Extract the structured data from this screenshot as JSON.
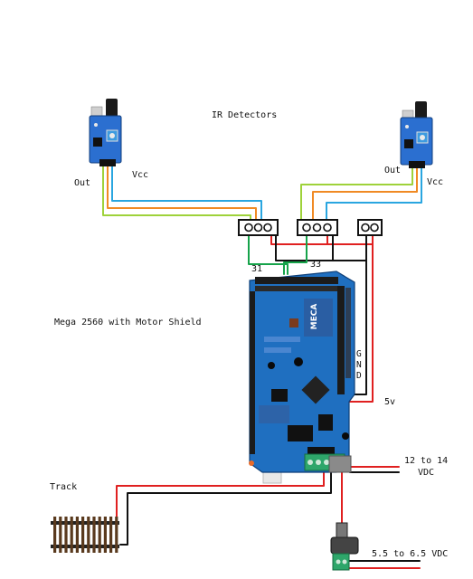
{
  "labels": {
    "ir_detectors": "IR Detectors",
    "left_out": "Out",
    "left_vcc": "Vcc",
    "right_out": "Out",
    "right_vcc": "Vcc",
    "pin_31": "31",
    "pin_33": "33",
    "board_title": "Mega 2560 with Motor Shield",
    "gnd_g": "G",
    "gnd_n": "N",
    "gnd_d": "D",
    "five_v": "5v",
    "power_range": "12 to 14",
    "power_unit": "VDC",
    "track": "Track",
    "jack_power": "5.5 to 6.5 VDC"
  },
  "board_text": {
    "brand": "MECA"
  },
  "colors": {
    "wire_red": "#e02020",
    "wire_black": "#111111",
    "wire_blue": "#2aa6e0",
    "wire_orange": "#f08a24",
    "wire_lime": "#9ed23a",
    "wire_green": "#16a34a",
    "board_blue": "#1f6fc0",
    "sensor_blue": "#2b6fd0"
  }
}
